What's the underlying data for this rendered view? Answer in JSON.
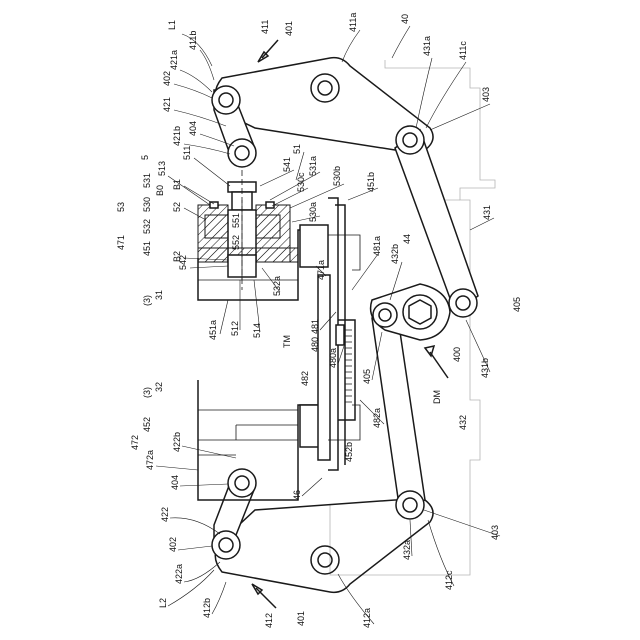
{
  "labels": {
    "l1": "L1",
    "n411b": "411b",
    "n411": "411",
    "n401_top": "401",
    "n411a": "411a",
    "n40": "40",
    "n431a": "431a",
    "n411c": "411c",
    "n403_top": "403",
    "n421a": "421a",
    "n402_top": "402",
    "n421": "421",
    "n421b": "421b",
    "n404_top": "404",
    "n513": "513",
    "n511": "511",
    "n51": "51",
    "n5": "5",
    "n541": "541",
    "n531a": "531a",
    "n530c": "530c",
    "n530b": "530b",
    "n531": "531",
    "n53": "53",
    "n530": "530",
    "b0": "B0",
    "b1": "B1",
    "n532": "532",
    "n52": "52",
    "n551": "551",
    "n530a": "530a",
    "n451b": "451b",
    "n471": "471",
    "n451": "451",
    "n552": "552",
    "n481a": "481a",
    "n44": "44",
    "n432b": "432b",
    "n431": "431",
    "b2": "B2",
    "n542": "542",
    "n471a": "471a",
    "n532a": "532a",
    "p3_top": "(3)",
    "n31": "31",
    "n451a": "451a",
    "n512": "512",
    "n514": "514",
    "n481": "481",
    "n405_r": "405",
    "tm": "TM",
    "n480": "480",
    "n400": "400",
    "n431b": "431b",
    "n480a": "480a",
    "n405_m": "405",
    "n482": "482",
    "dm": "DM",
    "p3_bot": "(3)",
    "n32": "32",
    "n452": "452",
    "n482a": "482a",
    "n422b": "422b",
    "n432": "432",
    "n472": "472",
    "n472a": "472a",
    "n452b": "452b",
    "n404_bot": "404",
    "n46": "46",
    "n422": "422",
    "n403_bot": "403",
    "n402_bot": "402",
    "n432a": "432a",
    "n422a": "422a",
    "n412c": "412c",
    "l2": "L2",
    "n412b": "412b",
    "n412": "412",
    "n401_bot": "401",
    "n412a": "412a"
  }
}
